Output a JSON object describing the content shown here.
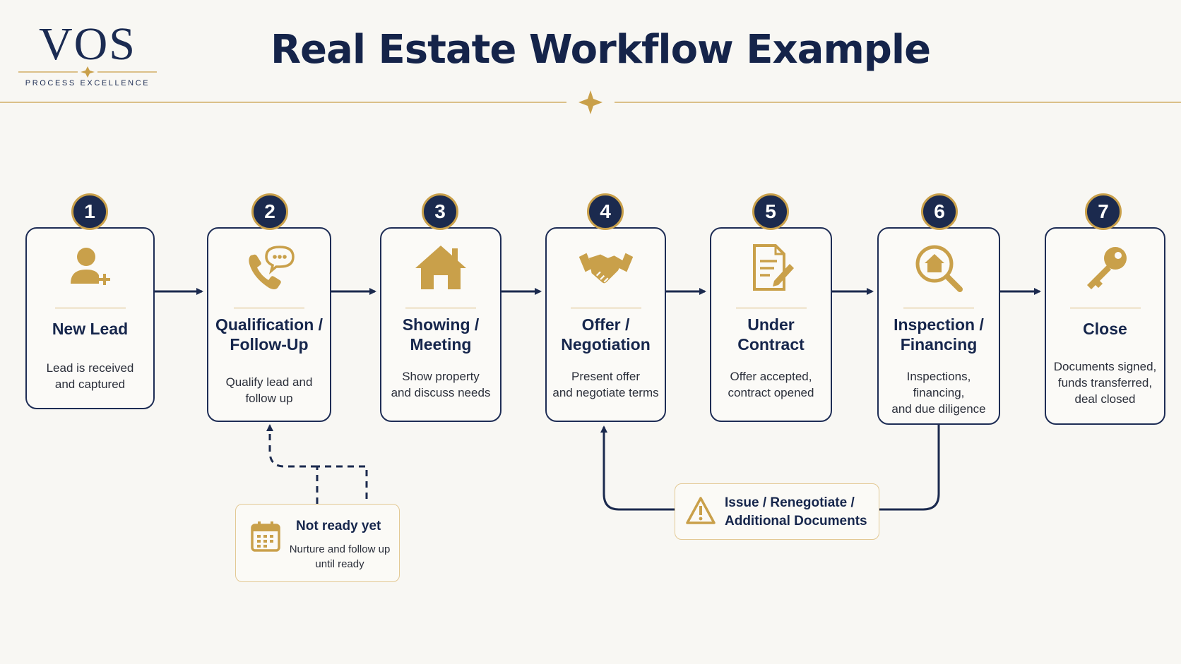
{
  "brand": {
    "logo": "VOS",
    "tagline": "PROCESS EXCELLENCE"
  },
  "title": "Real Estate Workflow Example",
  "colors": {
    "navy": "#1b2a4e",
    "gold": "#c9a04a",
    "background": "#f8f7f3"
  },
  "steps": [
    {
      "number": "1",
      "title_lines": [
        "New Lead"
      ],
      "desc_lines": [
        "Lead is received",
        "and captured"
      ],
      "icon": "add-user-icon"
    },
    {
      "number": "2",
      "title_lines": [
        "Qualification /",
        "Follow-Up"
      ],
      "desc_lines": [
        "Qualify lead and",
        "follow up"
      ],
      "icon": "phone-chat-icon"
    },
    {
      "number": "3",
      "title_lines": [
        "Showing /",
        "Meeting"
      ],
      "desc_lines": [
        "Show property",
        "and discuss needs"
      ],
      "icon": "house-icon"
    },
    {
      "number": "4",
      "title_lines": [
        "Offer /",
        "Negotiation"
      ],
      "desc_lines": [
        "Present offer",
        "and negotiate terms"
      ],
      "icon": "handshake-icon"
    },
    {
      "number": "5",
      "title_lines": [
        "Under",
        "Contract"
      ],
      "desc_lines": [
        "Offer accepted,",
        "contract opened"
      ],
      "icon": "document-pen-icon"
    },
    {
      "number": "6",
      "title_lines": [
        "Inspection /",
        "Financing"
      ],
      "desc_lines": [
        "Inspections,",
        "financing,",
        "and due diligence"
      ],
      "icon": "house-search-icon"
    },
    {
      "number": "7",
      "title_lines": [
        "Close"
      ],
      "desc_lines": [
        "Documents signed,",
        "funds transferred,",
        "deal closed"
      ],
      "icon": "key-icon"
    }
  ],
  "not_ready": {
    "title": "Not ready yet",
    "desc_lines": [
      "Nurture and follow up",
      "until ready"
    ],
    "icon": "calendar-icon"
  },
  "issue": {
    "title_lines": [
      "Issue / Renegotiate /",
      "Additional Documents"
    ],
    "icon": "warning-icon"
  }
}
